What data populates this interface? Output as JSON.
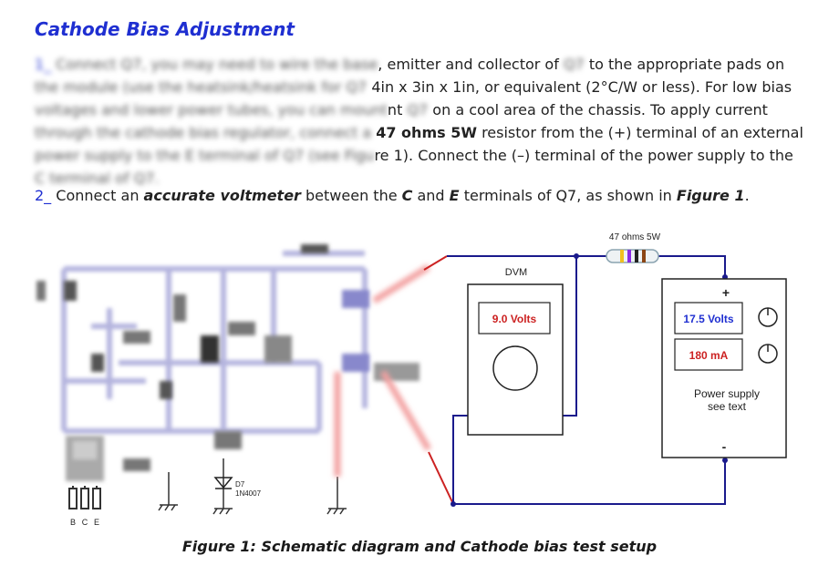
{
  "title": "Cathode Bias Adjustment",
  "step1": {
    "number": "1_",
    "blur_line1": "Connect Q7, you may need to wire the base",
    "text_line1": ", emitter and collector of",
    "blur_q7a": "Q7",
    "text_line1b": " to the appropriate pads on",
    "blur_line2": "the module (use the heatsink/heatsink for Q7",
    "text_line2": "4in x 3in x 1in, or equivalent (2°C/W or less). For low bias",
    "blur_line3": "voltages and lower power tubes, you can mount",
    "text_line3a": "nt",
    "blur_q7b": "Q7",
    "text_line3b": " on a cool area of the chassis. To apply current",
    "blur_line4": "through the cathode bias regulator, connect a",
    "text_line4_bold": "47 ohms 5W",
    "text_line4": " resistor from the (+) terminal of an external",
    "blur_line5": "power supply to the E terminal of Q7 (see Figu",
    "text_line5": "re 1). Connect the (–) terminal of the power supply to the",
    "blur_line6": "C terminal of Q7."
  },
  "step2": {
    "number": "2_",
    "text_a": " Connect an ",
    "bold_a": "accurate voltmeter",
    "text_b": " between the ",
    "bold_c": "C",
    "text_c": " and ",
    "bold_e": "E",
    "text_d": " terminals of Q7, as shown in ",
    "bold_fig": "Figure 1",
    "text_e": "."
  },
  "figure": {
    "resistor_label": "47 ohms  5W",
    "dvm_label": "DVM",
    "dvm_reading": "9.0 Volts",
    "psu_voltage": "17.5 Volts",
    "psu_current": "180 mA",
    "psu_label_line1": "Power supply",
    "psu_label_line2": "see text",
    "plus": "+",
    "minus": "-",
    "diode_name": "D7",
    "diode_part": "1N4007",
    "pin_b": "B",
    "pin_c": "C",
    "pin_e": "E",
    "colors": {
      "wire_blue": "#1a1a8c",
      "wire_red": "#cc2222",
      "meter_text_red": "#cc2222",
      "meter_text_blue": "#1f2fd1",
      "schematic_blur": "#b8b8e0"
    }
  },
  "caption": "Figure 1: Schematic diagram and Cathode bias test setup"
}
